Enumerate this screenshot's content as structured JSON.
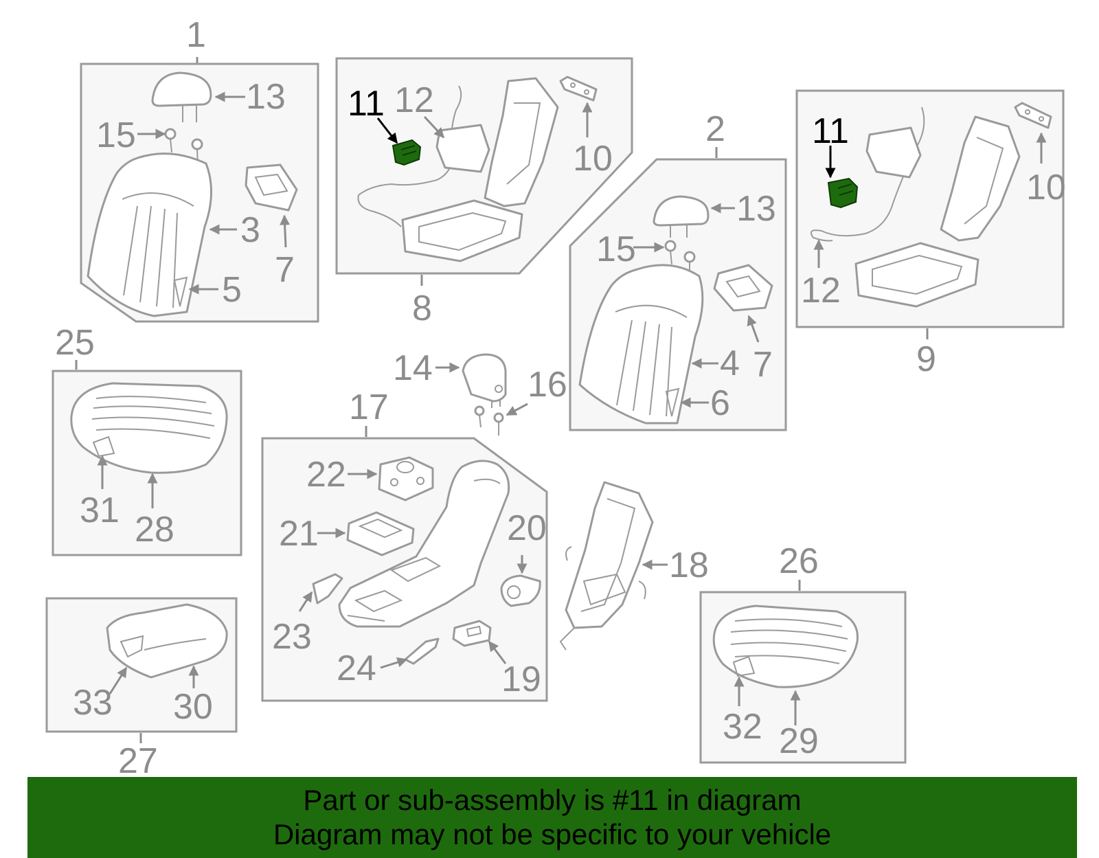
{
  "colors": {
    "highlight": "#1e6b0e",
    "banner_background": "#1e6b0e",
    "callout_text": "#8c8c8c",
    "callout_highlight_text": "#000000",
    "line": "#9a9a9a",
    "panel_fill": "#f7f7f7"
  },
  "callouts": {
    "c1": "1",
    "c2": "2",
    "c3": "3",
    "c4": "4",
    "c5": "5",
    "c6": "6",
    "c7a": "7",
    "c7b": "7",
    "c8": "8",
    "c9": "9",
    "c10a": "10",
    "c10b": "10",
    "c11a": "11",
    "c11b": "11",
    "c12a": "12",
    "c12b": "12",
    "c13a": "13",
    "c13b": "13",
    "c14": "14",
    "c15a": "15",
    "c15b": "15",
    "c16": "16",
    "c17": "17",
    "c18": "18",
    "c19": "19",
    "c20": "20",
    "c21": "21",
    "c22": "22",
    "c23": "23",
    "c24": "24",
    "c25": "25",
    "c26": "26",
    "c27": "27",
    "c28": "28",
    "c29": "29",
    "c30": "30",
    "c31": "31",
    "c32": "32",
    "c33": "33"
  },
  "highlighted_part": "11",
  "banner": {
    "line1": "Part or sub-assembly is #11 in diagram",
    "line2": "Diagram may not be specific to your vehicle"
  }
}
